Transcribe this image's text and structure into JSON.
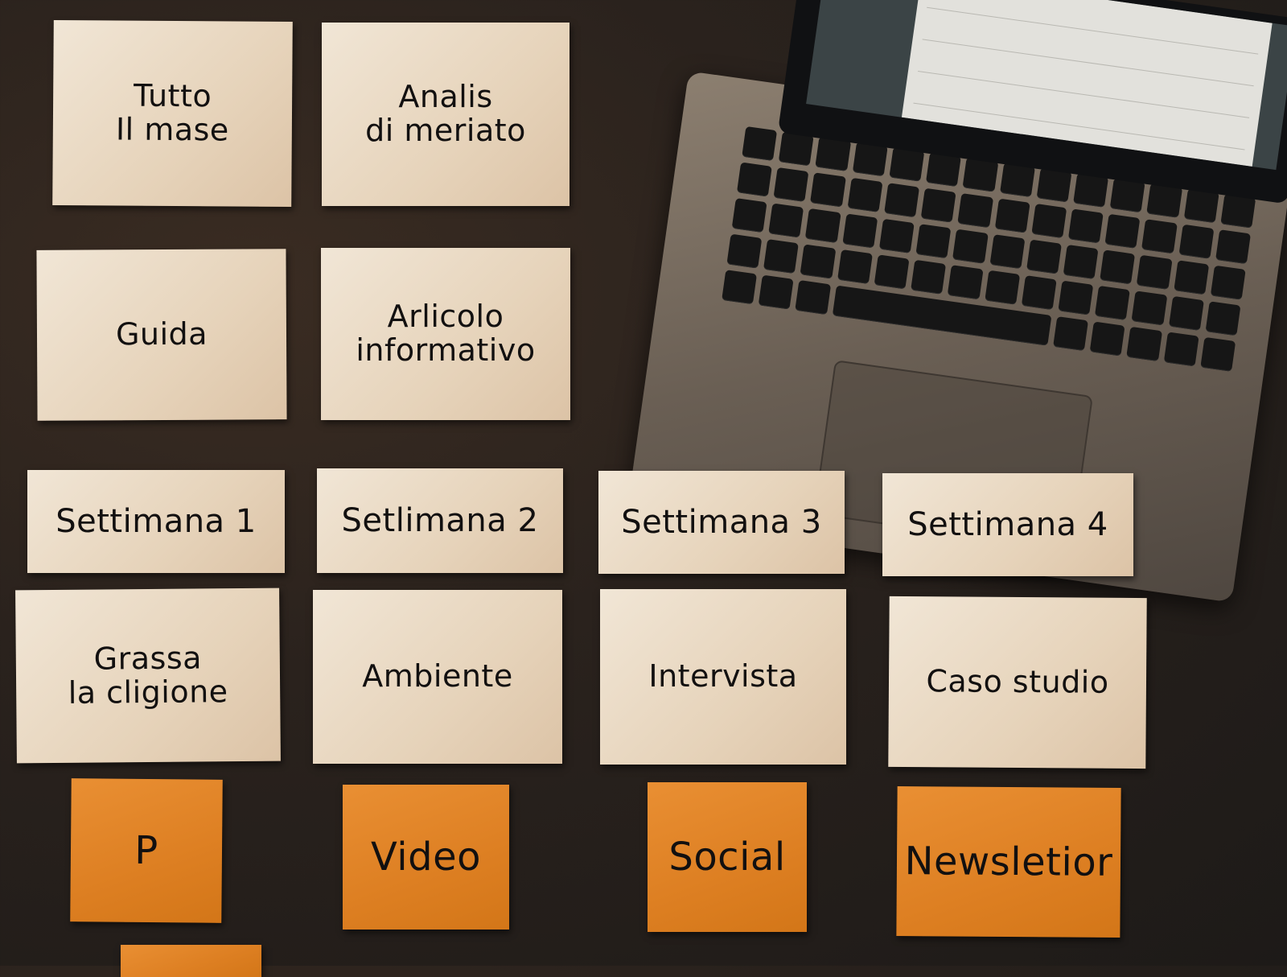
{
  "scene": {
    "description": "Content planning board of paper cards and orange sticky notes on a dark desk beside a laptop",
    "colors": {
      "desk": "#231e1a",
      "card_paper": "#ecdfcd",
      "sticky_note": "#e08426",
      "ink": "#121010",
      "laptop_body": "#7a6e62"
    }
  },
  "topics": [
    {
      "label": "Tutto\nIl mase"
    },
    {
      "label": "Analis\ndi meriato"
    },
    {
      "label": "Guida"
    },
    {
      "label": "Arlicolo\ninformativo"
    }
  ],
  "weeks": [
    {
      "label": "Settimana 1"
    },
    {
      "label": "Setlimana 2"
    },
    {
      "label": "Settimana 3"
    },
    {
      "label": "Settimana 4"
    }
  ],
  "themes": [
    {
      "label": "Grassa\nla cligione"
    },
    {
      "label": "Ambiente"
    },
    {
      "label": "Intervista"
    },
    {
      "label": "Caso studio"
    }
  ],
  "formats": [
    {
      "label": "P"
    },
    {
      "label": "Video"
    },
    {
      "label": "Social"
    },
    {
      "label": "Newsletior"
    }
  ]
}
